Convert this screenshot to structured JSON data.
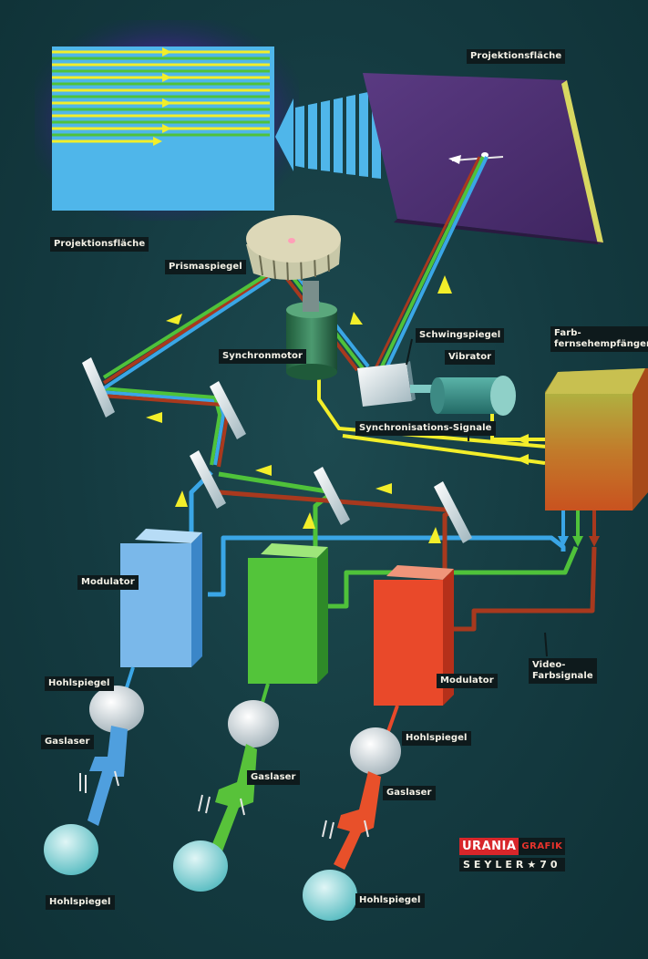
{
  "labels": {
    "projection_right": "Projektionsfläche",
    "projection_left": "Projektionsfläche",
    "prismaspiegel": "Prismaspiegel",
    "synchronmotor": "Synchronmotor",
    "schwingspiegel": "Schwingspiegel",
    "vibrator": "Vibrator",
    "farbempfaenger": "Farb-\nfernsehempfänger",
    "sync_signale": "Synchronisations-Signale",
    "modulator_left": "Modulator",
    "modulator_right": "Modulator",
    "video_signale": "Video-\nFarbsignale",
    "hohlspiegel_1": "Hohlspiegel",
    "hohlspiegel_2": "Hohlspiegel",
    "hohlspiegel_3": "Hohlspiegel",
    "hohlspiegel_4": "Hohlspiegel",
    "gaslaser_1": "Gaslaser",
    "gaslaser_2": "Gaslaser",
    "gaslaser_3": "Gaslaser"
  },
  "brand": {
    "name": "URANIA",
    "suffix": "GRAFIK",
    "signature": "SEYLER★70"
  },
  "colors": {
    "background": "#143a40",
    "blue_beam": "#3aa6e6",
    "green_beam": "#4fc23a",
    "red_beam": "#a8391e",
    "yellow_arrow": "#f2ee2a",
    "screen_violet": "#4a2a6a",
    "label_box": "#0e1a1c"
  }
}
